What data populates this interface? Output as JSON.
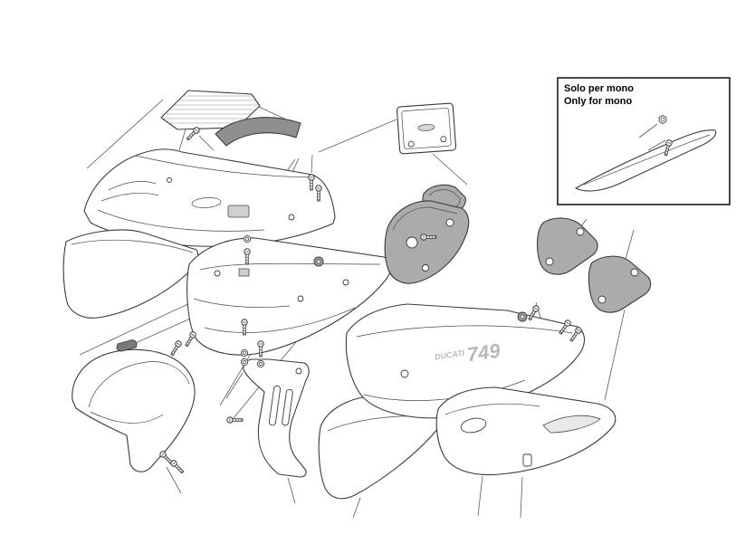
{
  "inset": {
    "line1": "Solo per mono",
    "line2": "Only for mono"
  },
  "watermark": {
    "brand": "DUCATI",
    "model": "749"
  },
  "colors": {
    "outline": "#3a3a3a",
    "leader": "#5a5a5a",
    "gray_fill": "#ababab",
    "dark_fill": "#8f8f8f",
    "light_fill": "#cfcfcf",
    "background": "#ffffff",
    "watermark": "#b8b8b8"
  }
}
